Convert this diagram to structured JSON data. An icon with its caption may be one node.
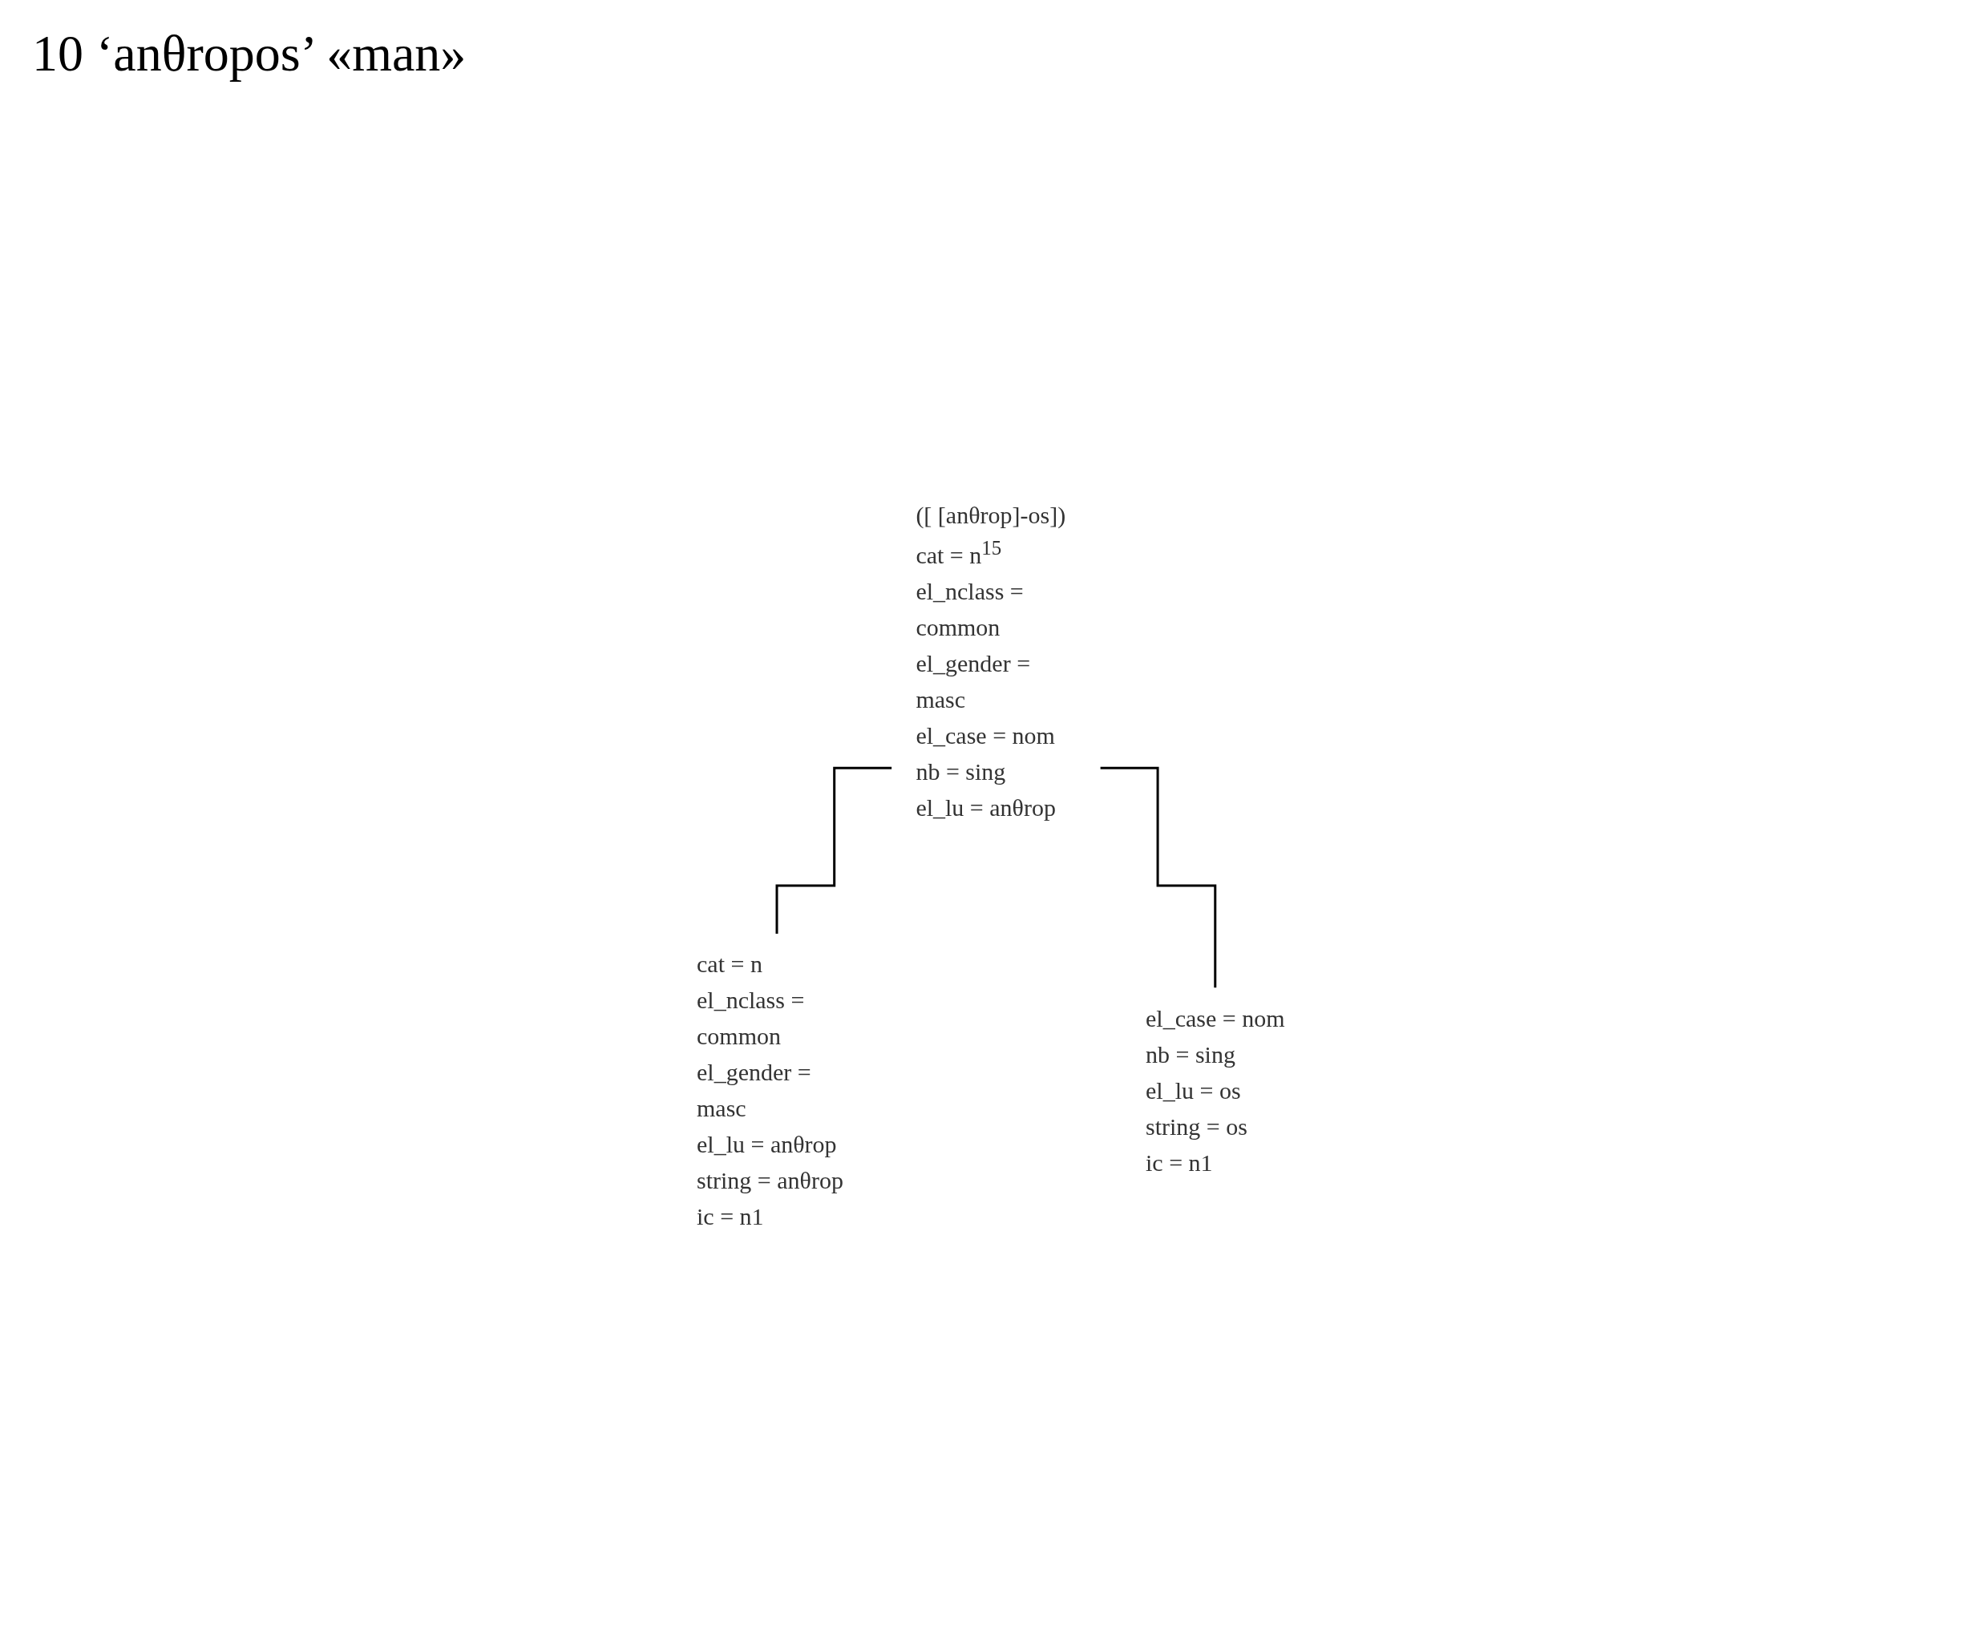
{
  "diagram": {
    "nodes": [
      {
        "text": [
          "([ [anθrop]-os])",
          "cat = n$^{15}$",
          "el_nclass = common",
          "el_gender = masc",
          "el_case = nom",
          "nb = sing",
          "el_lu = anθrop"
        ]
      },
      {
        "text": [
          "cat = n",
          "el_nclass = common",
          "el_gender = masc",
          "el_lu = anθrop",
          "string = anθrop",
          "ic = n1"
        ]
      },
      {
        "text": [
          "el_case = nom",
          "nb = sing",
          "el_lu = os",
          "string = os",
          "ic = n1"
        ]
      }
    ],
    "edges": [
      {
        "from": 0,
        "to": 1,
        "arrow": "none"
      },
      {
        "from": 0,
        "to": 2,
        "arrow": "none"
      }
    ],
    "labels": [
      "10 ‘anθropos’ «man»"
    ]
  }
}
